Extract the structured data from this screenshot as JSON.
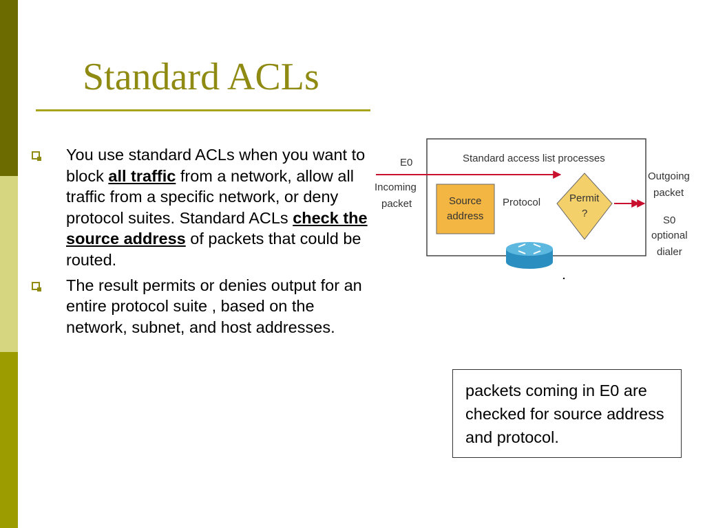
{
  "colors": {
    "accent": "#8f8a12",
    "rule": "#a8a419",
    "sidebar_dark": "#6b6b00",
    "sidebar_light": "#d6d680",
    "sidebar_mid": "#9c9c00",
    "arrow": "#c8102e",
    "source_box": "#f4b642",
    "diamond": "#f4d06a"
  },
  "slide": {
    "title": "Standard ACLs"
  },
  "bullets": [
    {
      "parts": [
        "You use standard ACLs when you want to block ",
        "all traffic",
        " from a network, allow all traffic from a specific network, or deny protocol suites. Standard ACLs ",
        "check the source address",
        " of packets that could be routed."
      ]
    },
    {
      "parts": [
        "The result permits or denies output for an entire protocol suite , based on the network, subnet, and host addresses."
      ]
    }
  ],
  "diagram": {
    "heading": "Standard access list processes",
    "e0": "E0",
    "incoming": [
      "Incoming",
      "packet"
    ],
    "source_box": [
      "Source",
      "address"
    ],
    "protocol": "Protocol",
    "permit": [
      "Permit",
      "?"
    ],
    "outgoing": [
      "Outgoing",
      "packet"
    ],
    "s0": [
      "S0",
      "optional",
      "dialer"
    ],
    "router_icon": "router-icon"
  },
  "callout": {
    "text": "packets coming in E0 are checked for source address and protocol."
  }
}
